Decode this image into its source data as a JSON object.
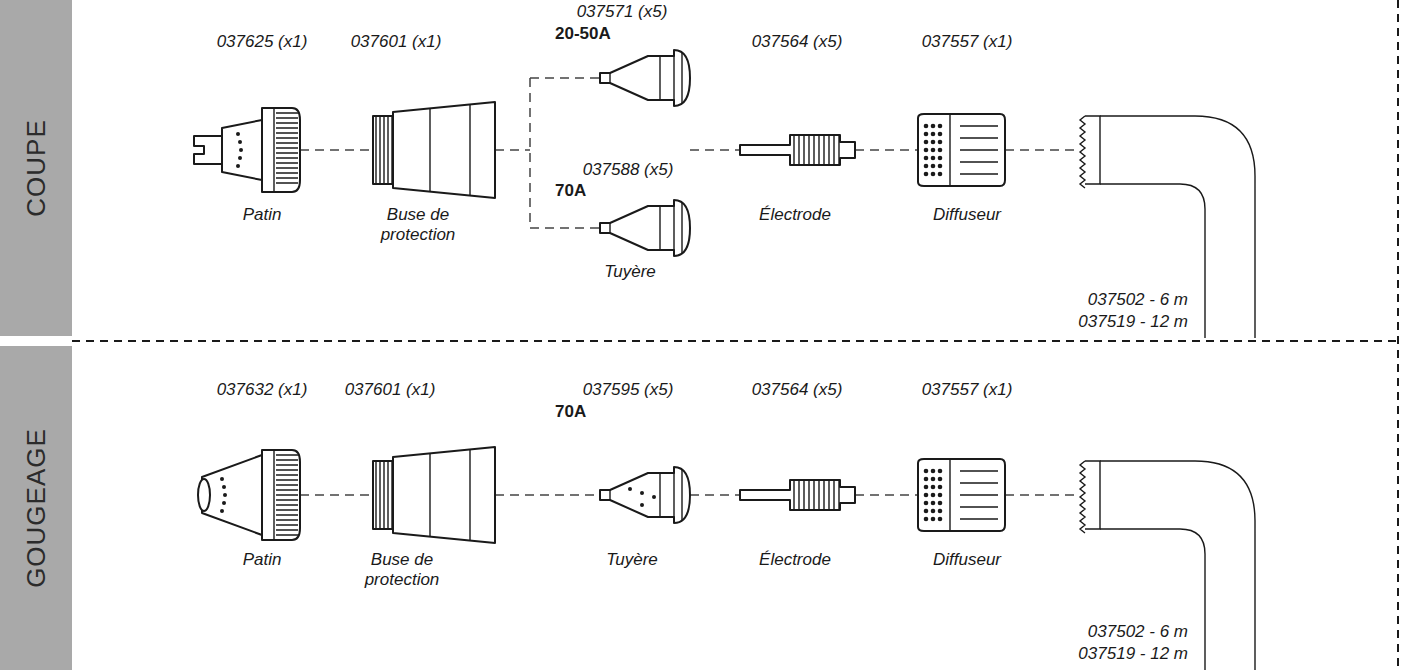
{
  "diagram": {
    "nodes": [
      {
        "text": [
          "COUPE"
        ]
      },
      {
        "text": [
          "GOUGEAGE"
        ]
      }
    ],
    "labels": [
      "037625 (x1)",
      "Patin",
      "037601 (x1)",
      "Buse de protection",
      "037571 (x5)",
      "20-50A",
      "037588 (x5)",
      "70A",
      "Tuyère",
      "037564 (x5)",
      "Électrode",
      "037557 (x1)",
      "Diffuseur",
      "037502 - 6 m",
      "037519 - 12 m",
      "037632 (x1)",
      "Patin",
      "037601 (x1)",
      "Buse de protection",
      "037595 (x5)",
      "70A",
      "Tuyère",
      "037564 (x5)",
      "Électrode",
      "037557 (x1)",
      "Diffuseur",
      "037502 - 6 m",
      "037519 - 12 m"
    ]
  }
}
